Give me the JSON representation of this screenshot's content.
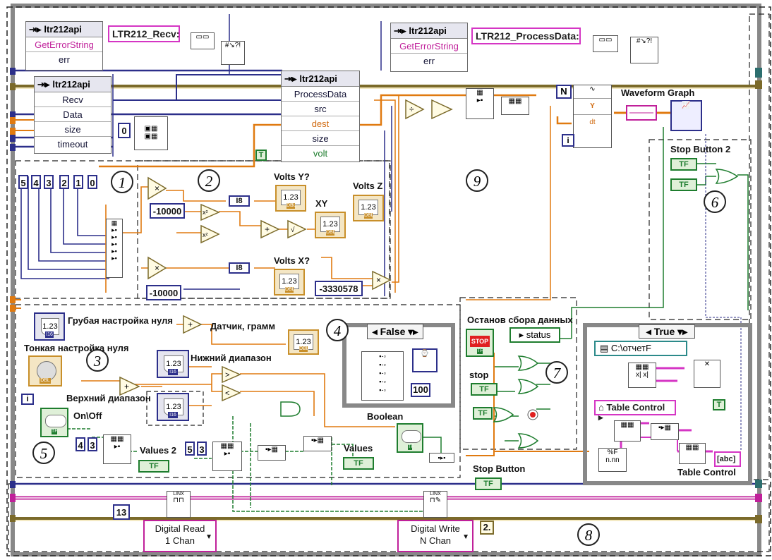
{
  "err_subvi_1": {
    "header": "ltr212api",
    "row1": "GetErrorString",
    "row2": "err"
  },
  "err_subvi_2": {
    "header": "ltr212api",
    "row1": "GetErrorString",
    "row2": "err"
  },
  "recv_label": "LTR212_Recv:",
  "process_label": "LTR212_ProcessData:",
  "recv_subvi": {
    "header": "ltr212api",
    "rows": [
      "Recv",
      "Data",
      "size",
      "timeout"
    ]
  },
  "process_subvi": {
    "header": "ltr212api",
    "rows": [
      "ProcessData",
      "src",
      "dest",
      "size",
      "volt"
    ]
  },
  "const_zero": "0",
  "const_true_t": "T",
  "index_constants": [
    "5",
    "4",
    "3",
    "2",
    "1",
    "0"
  ],
  "const_neg10000_a": "-10000",
  "const_neg10000_b": "-10000",
  "const_neg3330578": "-3330578",
  "i8_a": "I8",
  "i8_b": "I8",
  "volts_y": "Volts Y?",
  "volts_z": "Volts Z",
  "volts_x": "Volts X?",
  "xy_label": "XY",
  "ind_value": "1.23",
  "ind_tag": "DBL",
  "waveform_graph": "Waveform Graph",
  "wf_n": "N",
  "wf_i": "i",
  "wf_y": "Y",
  "wf_dt": "dt",
  "stop_button_2": "Stop Button 2",
  "stop_button": "Stop Button",
  "tf_text": "TF",
  "coarse_zero": "Грубая настройка нуля",
  "fine_zero": "Тонкая настройка нуля",
  "sensor_gram": "Датчик, грамм",
  "lower_range": "Нижний диапазон",
  "upper_range": "Верхний диапазон",
  "on_off": "On\\Off",
  "case_false": "False",
  "case_true": "True",
  "const_100": "100",
  "boolean_label": "Boolean",
  "stop_acq_label": "Останов сбора данных",
  "status_label": "status",
  "stop_label": "stop",
  "path_const": "C:\\отчетF",
  "table_control_ref": "Table Control",
  "table_control_label": "Table Control",
  "abc": "abc",
  "values_2": "Values 2",
  "values": "Values",
  "const_4": "4",
  "const_3a": "3",
  "const_5": "5",
  "const_3b": "3",
  "const_13": "13",
  "const_2dot": "2.",
  "digital_read": [
    "Digital Read",
    "1 Chan"
  ],
  "digital_write": [
    "Digital Write",
    "N Chan"
  ],
  "linx": "LINX",
  "circles": [
    "1",
    "2",
    "3",
    "4",
    "5",
    "6",
    "7",
    "8",
    "9"
  ],
  "ui_i": "i",
  "t_const": "T",
  "colors": {
    "blue_wire": "#2c2f8a",
    "orange_wire": "#e07a10",
    "pink_wire": "#d535c4",
    "green_wire": "#1e7d2e",
    "olive_wire": "#7b6a2a"
  }
}
